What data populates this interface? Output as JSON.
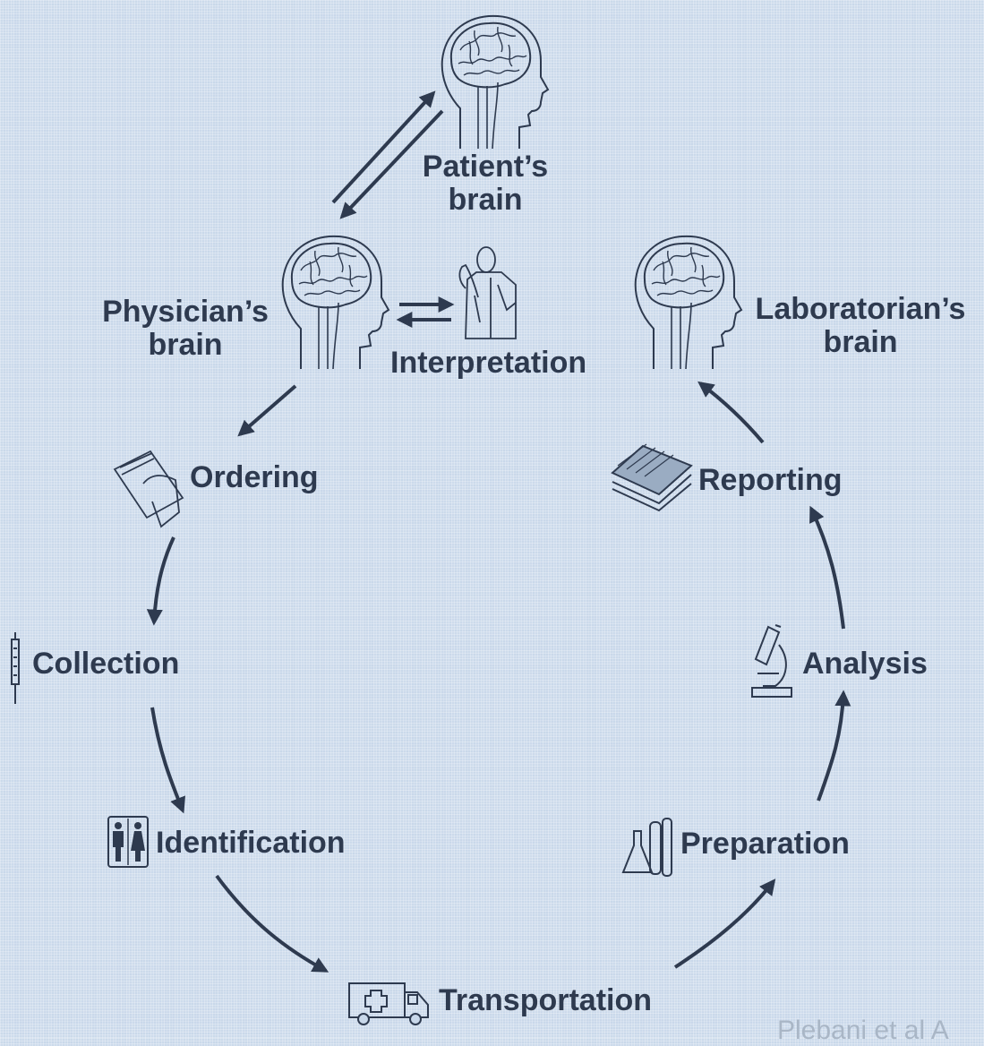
{
  "nodes": {
    "patient_line1": "Patient’s",
    "patient_line2": "brain",
    "physician_line1": "Physician’s",
    "physician_line2": "brain",
    "laboratorian_line1": "Laboratorian’s",
    "laboratorian_line2": "brain",
    "interpretation": "Interpretation",
    "ordering": "Ordering",
    "collection": "Collection",
    "identification": "Identification",
    "transportation": "Transportation",
    "preparation": "Preparation",
    "analysis": "Analysis",
    "reporting": "Reporting"
  },
  "watermark": "Plebani et al A",
  "colors": {
    "ink": "#2e3a4f",
    "background": "#c9d8ea"
  }
}
